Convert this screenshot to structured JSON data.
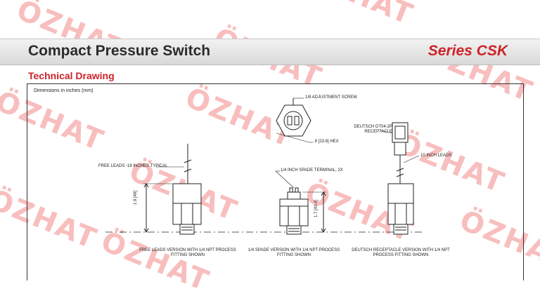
{
  "header": {
    "title": "Compact Pressure Switch",
    "series": "Series CSK"
  },
  "section_title": "Technical Drawing",
  "drawing": {
    "dimensions_note": "Dimensions in inches (mm)",
    "labels": {
      "adjustment_screw": "1/8 ADJUSTMENT SCREW",
      "hex": ".9 [23.8] HEX",
      "free_leads": "FREE LEADS -18 INCHES TYPICAL",
      "spade_terminal": "1/4 INCH SPADE TERMINAL, 2X",
      "deutsch_receptacle": "DEUTSCH DT04-2P RECEPTACLE",
      "ten_inch_leads": "10 INCH LEADS",
      "dim_free_leads": "1.9 [49]",
      "dim_spade": "1.7 [43.4]"
    },
    "captions": {
      "free_leads_version": "FREE LEADS VERSION WITH 1/4 NPT PROCESS FITTING SHOWN",
      "spade_version": "1/4 SPADE VERSION WITH 1/4 NPT PROCESS FITTING SHOWN",
      "deutsch_version": "DEUTSCH RECEPTACLE VERSION WITH 1/4 NPT PROCESS FITTING SHOWN"
    }
  },
  "watermark": "ÖZHAT",
  "colors": {
    "accent": "#cc2229",
    "watermark": "#f06e6e"
  }
}
